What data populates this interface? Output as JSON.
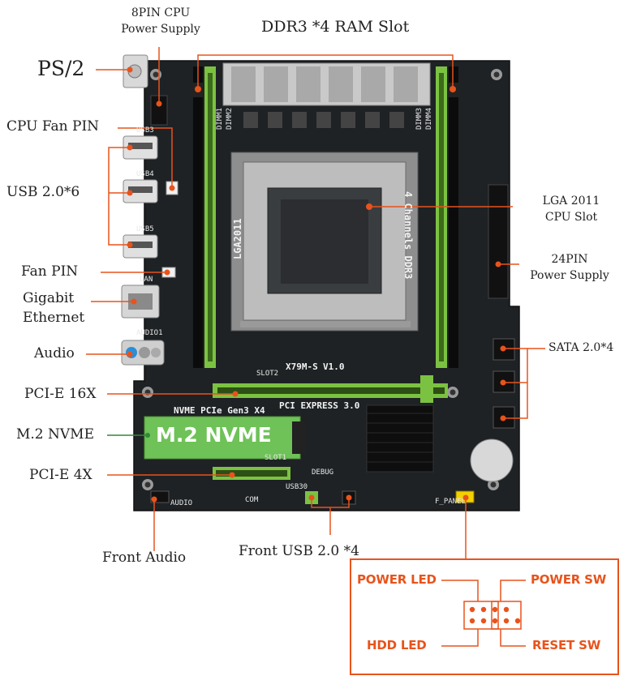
{
  "colors": {
    "accent": "#e8531c",
    "board": "#1e2225",
    "slot_green": "#7cc242",
    "slot_black": "#0b0b0b",
    "nvme_green": "#6ec257"
  },
  "labels": {
    "cpu_power_line1": "8PIN CPU",
    "cpu_power_line2": "Power Supply",
    "ram_slot": "DDR3 *4 RAM Slot",
    "ps2": "PS/2",
    "cpu_fan": "CPU Fan PIN",
    "usb": "USB 2.0*6",
    "lga_line1": "LGA 2011",
    "lga_line2": "CPU Slot",
    "pin24_line1": "24PIN",
    "pin24_line2": "Power Supply",
    "fan_pin": "Fan PIN",
    "ethernet_line1": "Gigabit",
    "ethernet_line2": "Ethernet",
    "audio": "Audio",
    "sata": "SATA 2.0*4",
    "pcie16": "PCI-E 16X",
    "m2": "M.2 NVME",
    "pcie4": "PCI-E 4X",
    "front_audio": "Front Audio",
    "front_usb": "Front USB 2.0 *4"
  },
  "panel": {
    "power_led": "POWER LED",
    "power_sw": "POWER SW",
    "hdd_led": "HDD  LED",
    "reset_sw": "RESET SW"
  },
  "board": {
    "nvme_card_label": "M.2 NVME",
    "silk_nvme": "NVME PCIe Gen3 X4",
    "silk_pcie3": "PCI EXPRESS 3.0",
    "silk_model": "X79M-S",
    "silk_version": "V1.0",
    "silk_lga": "LGA2011",
    "silk_channels": "4 Channels DDR3",
    "silk_slot2": "SLOT2",
    "silk_slot1": "SLOT1",
    "silk_dimm1": "DIMM1",
    "silk_dimm2": "DIMM2",
    "silk_dimm3": "DIMM3",
    "silk_dimm4": "DIMM4",
    "silk_audio": "AUDIO",
    "silk_lan": "LAN",
    "silk_usb3": "USB3",
    "silk_usb4": "USB4",
    "silk_usb5": "USB5",
    "silk_debug": "DEBUG",
    "silk_com": "COM",
    "silk_usb30": "USB30",
    "silk_f_panel": "F_PANEL",
    "silk_audio1": "AUDIO1"
  }
}
